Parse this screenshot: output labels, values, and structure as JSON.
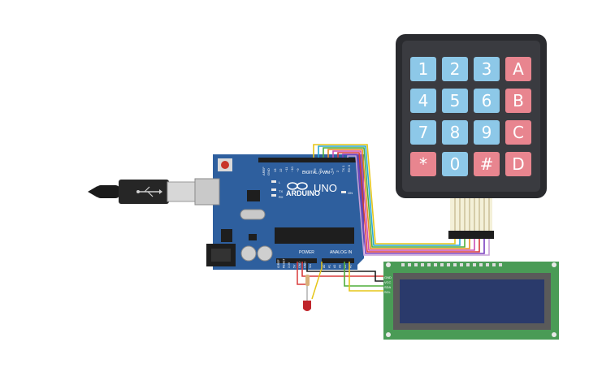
{
  "colors": {
    "board": "#2e5f9e",
    "lcd_pcb": "#4a9b56",
    "lcd_screen": "#2a3a6b",
    "key_blue": "#8dc8e8",
    "key_red": "#e8858f",
    "keypad_body": "#2a2b2f",
    "wire_colors": [
      "#e6c619",
      "#28a7d8",
      "#4fae3a",
      "#e98d21",
      "#c94fb6",
      "#d93a3a",
      "#7a3fbf",
      "#e8e8e8"
    ]
  },
  "keypad": {
    "keys": [
      [
        "1",
        "2",
        "3",
        "A"
      ],
      [
        "4",
        "5",
        "6",
        "B"
      ],
      [
        "7",
        "8",
        "9",
        "C"
      ],
      [
        "*",
        "0",
        "#",
        "D"
      ]
    ]
  },
  "arduino": {
    "logo": "UNO",
    "brand": "ARDUINO",
    "digital_label": "DIGITAL (PWM~)",
    "analog_label": "ANALOG IN",
    "power_label": "POWER",
    "tx_label": "TX",
    "rx_label": "RX",
    "l_label": "L",
    "on_label": "ON",
    "aref_label": "AREF",
    "gnd_label": "GND",
    "digital_pins": [
      "13",
      "12",
      "~11",
      "~10",
      "~9",
      "8",
      "7",
      "~6",
      "~5",
      "4",
      "~3",
      "2",
      "TX 1",
      "RX 0"
    ],
    "power_pins": [
      "IOREF",
      "RESET",
      "3.3V",
      "5V",
      "GND",
      "GND",
      "Vin"
    ],
    "analog_pins": [
      "A0",
      "A1",
      "A2",
      "A3",
      "A4",
      "A5"
    ]
  },
  "lcd": {
    "pin_labels": [
      "GND",
      "VCC",
      "SDA",
      "SCL"
    ]
  },
  "usb": {
    "icon": "usb-icon"
  }
}
